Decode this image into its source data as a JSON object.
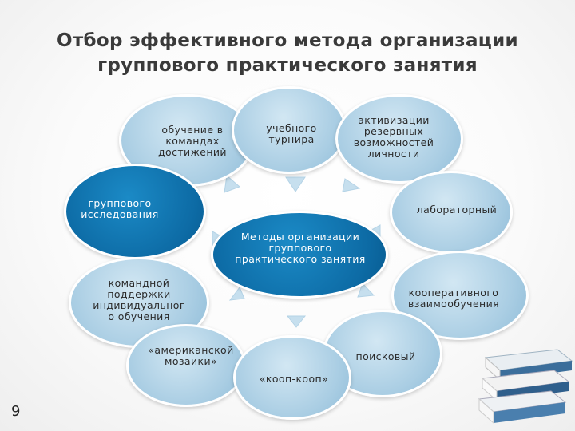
{
  "title": {
    "line1": "Отбор эффективного метода организации",
    "line2": "группового практического занятия"
  },
  "center": {
    "text": "Методы организации группового практического занятия"
  },
  "methods": [
    {
      "id": "teams",
      "text": "обучение в командах достижений"
    },
    {
      "id": "tournament",
      "text": "учебного турнира"
    },
    {
      "id": "activation",
      "text": "активизации резервных возможностей личности"
    },
    {
      "id": "group-research",
      "text": "группового исследования"
    },
    {
      "id": "laboratory",
      "text": "лабораторный"
    },
    {
      "id": "team-support",
      "text": "командной поддержки индивидуальног о обучения"
    },
    {
      "id": "cooperative",
      "text": "кооперативного взаимообучения"
    },
    {
      "id": "mosaic",
      "text": "«американской мозаики»"
    },
    {
      "id": "search",
      "text": "поисковый"
    },
    {
      "id": "coop-coop",
      "text": "«кооп-кооп»"
    }
  ],
  "page_number": "9",
  "colors": {
    "light_circle": "#a9cde3",
    "dark_circle": "#0d6ba5",
    "arrow": "#c9e0ee"
  }
}
